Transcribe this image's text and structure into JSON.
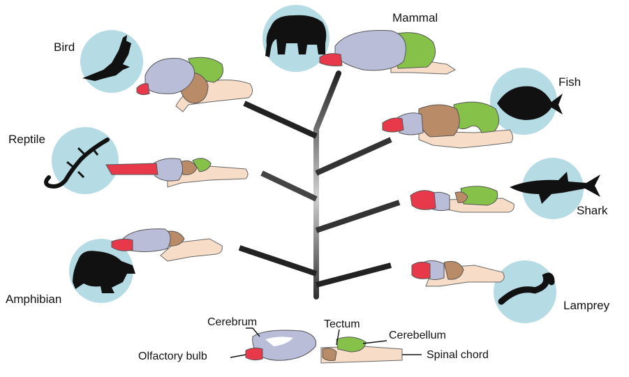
{
  "species": [
    {
      "id": "mammal",
      "label": "Mammal"
    },
    {
      "id": "bird",
      "label": "Bird"
    },
    {
      "id": "fish",
      "label": "Fish"
    },
    {
      "id": "reptile",
      "label": "Reptile"
    },
    {
      "id": "shark",
      "label": "Shark"
    },
    {
      "id": "amphibian",
      "label": "Amphibian"
    },
    {
      "id": "lamprey",
      "label": "Lamprey"
    }
  ],
  "key_labels": {
    "cerebrum": "Cerebrum",
    "tectum": "Tectum",
    "cerebellum": "Cerebellum",
    "olfactory_bulb": "Olfactory bulb",
    "spinal_chord": "Spinal chord"
  },
  "colors": {
    "olfactory": "#e8394a",
    "cerebrum": "#b9bdd8",
    "tectum": "#b98b67",
    "cerebellum": "#86c24a",
    "spinal": "#f7ddc8",
    "circle": "#b5dbe5",
    "silhouette": "#111111",
    "tree": "#222222"
  }
}
